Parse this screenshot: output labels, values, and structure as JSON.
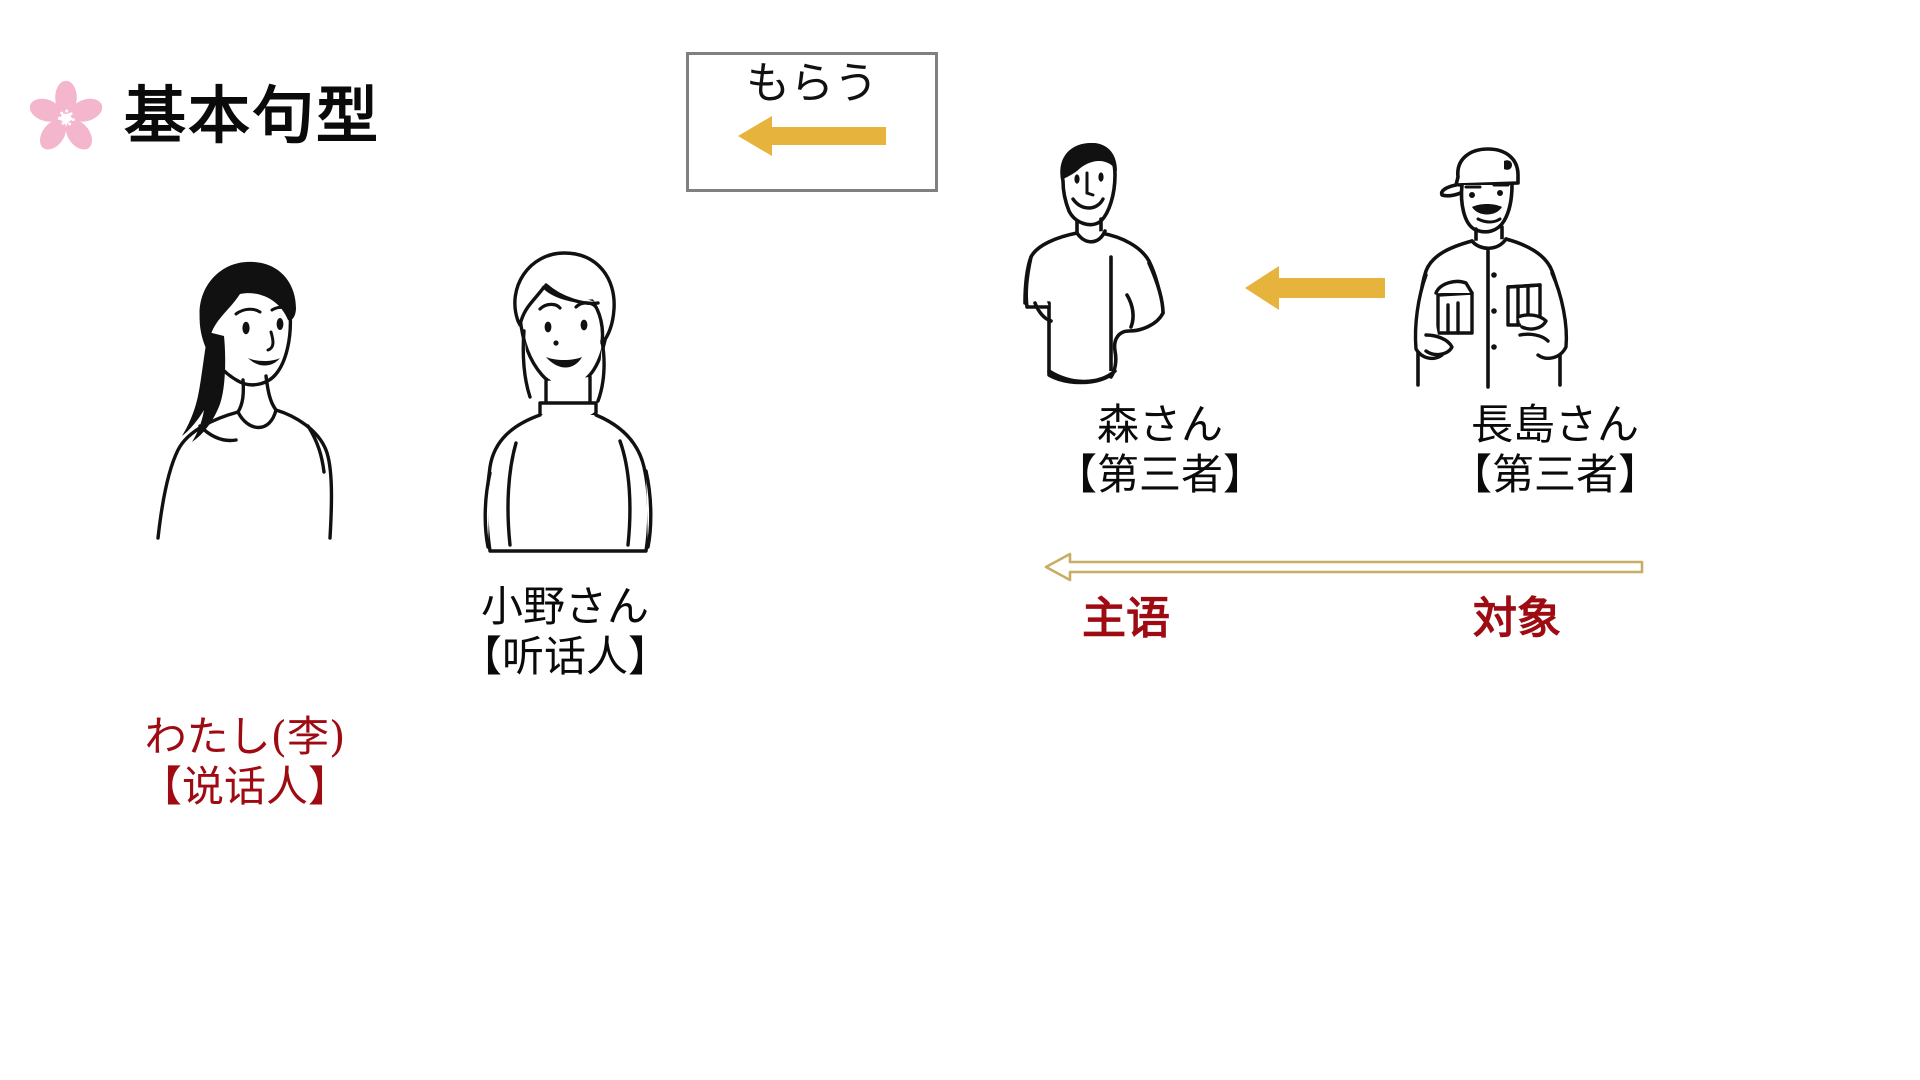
{
  "slide": {
    "background_color": "#FFFFFF",
    "title": "基本句型",
    "title_icon": "sakura-blossom-icon",
    "accent_red": "#9E0B12",
    "accent_gold": "#E6B33C",
    "accent_pink": "#F4B6CD",
    "box_border_color": "#808080"
  },
  "verb_box": {
    "label": "もらう",
    "arrow_icon": "left-arrow-icon",
    "arrow_direction": "left",
    "arrow_color": "#E6B33C"
  },
  "people": [
    {
      "id": "speaker",
      "figure_icon": "woman-ponytail-figure",
      "name": "わたし(李)",
      "role": "【说话人】",
      "color": "#9E0B12"
    },
    {
      "id": "listener",
      "figure_icon": "woman-turtleneck-figure",
      "name": "小野さん",
      "role": "【听话人】",
      "color": "#0a0a0a"
    },
    {
      "id": "third-party-receiver",
      "figure_icon": "man-tshirt-figure",
      "name": "森さん",
      "role": "【第三者】",
      "color": "#0a0a0a",
      "grammar_role": "主语"
    },
    {
      "id": "third-party-giver",
      "figure_icon": "man-cap-uniform-figure",
      "name": "長島さん",
      "role": "【第三者】",
      "color": "#0a0a0a",
      "grammar_role": "対象"
    }
  ],
  "flow": {
    "big_arrow_icon": "left-arrow-icon",
    "big_arrow_direction": "left",
    "big_arrow_color": "#E6B33C",
    "thin_arrow_icon": "left-arrow-outline-icon",
    "thin_arrow_direction": "left",
    "thin_arrow_color": "#C8AE63",
    "subject_label": "主语",
    "object_label": "対象"
  }
}
